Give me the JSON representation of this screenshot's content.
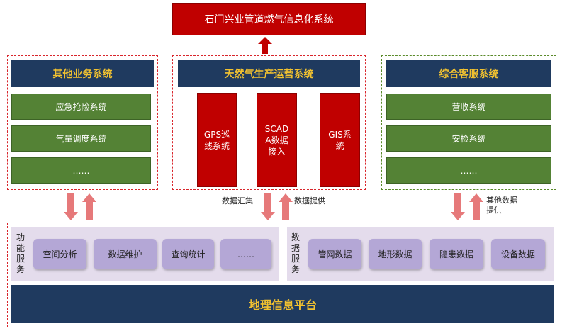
{
  "top": {
    "title": "石门兴业管道燃气信息化系统"
  },
  "left_group": {
    "title": "其他业务系统",
    "items": [
      "应急抢险系统",
      "气量调度系统",
      "……"
    ]
  },
  "middle_group": {
    "title": "天然气生产运营系统",
    "modules": [
      "GPS巡\n线系统",
      "SCAD\nA数据\n接入",
      "GIS系\n统"
    ]
  },
  "right_group": {
    "title": "综合客服系统",
    "items": [
      "营收系统",
      "安检系统",
      "……"
    ]
  },
  "arrows": {
    "middle_left": "数据汇集",
    "middle_right": "数据提供",
    "right": "其他数据\n提供"
  },
  "function_services": {
    "label": "功\n能\n服\n务",
    "items": [
      "空间分析",
      "数据维护",
      "查询统计",
      "……"
    ]
  },
  "data_services": {
    "label": "数\n据\n服\n务",
    "items": [
      "管网数据",
      "地形数据",
      "隐患数据",
      "设备数据"
    ]
  },
  "platform": {
    "title": "地理信息平台"
  },
  "colors": {
    "red": "#c00000",
    "navy": "#1f3a5f",
    "gold": "#f2c230",
    "green": "#548235",
    "lavender": "#e4dcec",
    "pill": "#b4a7d6",
    "arrow": "#e6797a"
  }
}
